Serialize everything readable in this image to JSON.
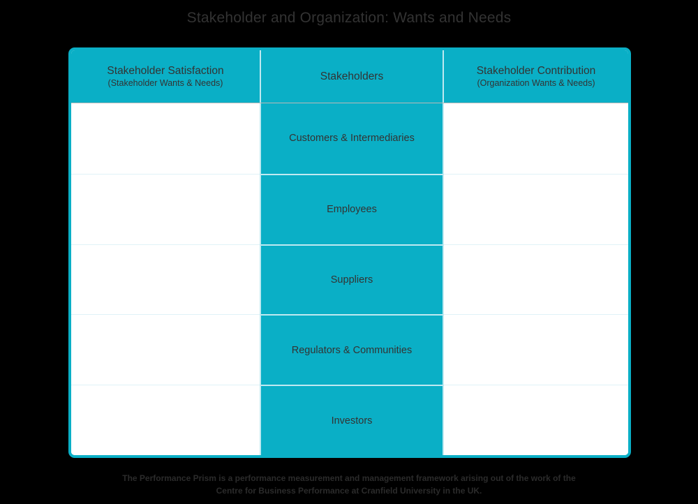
{
  "title": "Stakeholder and Organization: Wants and Needs",
  "colors": {
    "accent": "#0aafc6",
    "divider_light": "#e0f2f8",
    "divider_center": "#bfe9f1",
    "text": "#333333",
    "background": "#000000",
    "card_background": "#ffffff"
  },
  "table": {
    "columns": [
      {
        "key": "satisfaction",
        "title": "Stakeholder Satisfaction",
        "subtitle": "(Stakeholder Wants & Needs)"
      },
      {
        "key": "stakeholders",
        "title": "Stakeholders",
        "subtitle": ""
      },
      {
        "key": "contribution",
        "title": "Stakeholder Contribution",
        "subtitle": "(Organization Wants & Needs)"
      }
    ],
    "rows": [
      {
        "satisfaction": "",
        "stakeholders": "Customers & Intermediaries",
        "contribution": ""
      },
      {
        "satisfaction": "",
        "stakeholders": "Employees",
        "contribution": ""
      },
      {
        "satisfaction": "",
        "stakeholders": "Suppliers",
        "contribution": ""
      },
      {
        "satisfaction": "",
        "stakeholders": "Regulators & Communities",
        "contribution": ""
      },
      {
        "satisfaction": "",
        "stakeholders": "Investors",
        "contribution": ""
      }
    ]
  },
  "footer": {
    "line1": "The Performance Prism is a performance measurement and management framework arising out of the work of the",
    "line2": "Centre for Business Performance at Cranfield University in the UK."
  }
}
